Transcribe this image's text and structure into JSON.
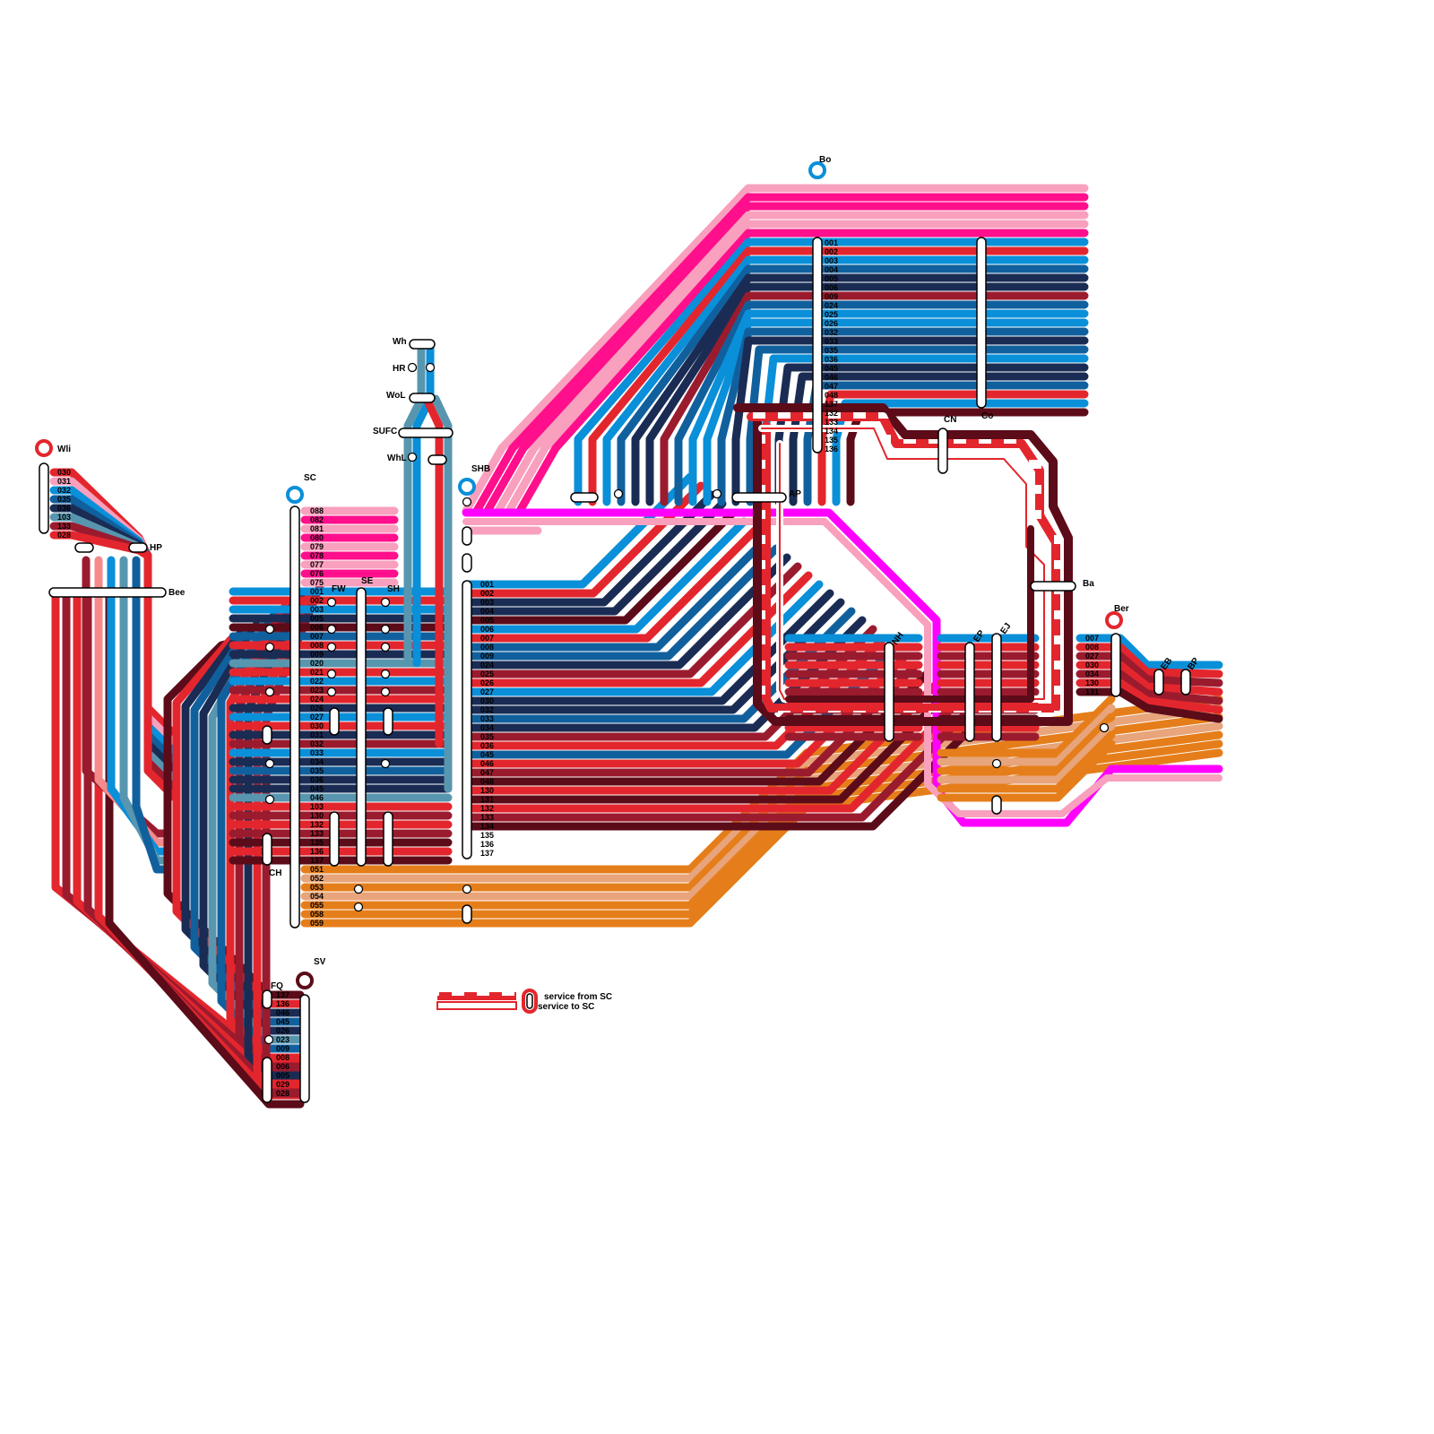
{
  "colors": {
    "red": "#e3262d",
    "darkred": "#9b1b2e",
    "maroon": "#5c0b19",
    "lightblue": "#0a8fd9",
    "blue": "#11609e",
    "navy": "#1a2c54",
    "steel": "#5896af",
    "pink": "#ff0f8c",
    "lightpink": "#f8a0bd",
    "magenta": "#ff00ff",
    "orange": "#e57e1a",
    "peach": "#e8a47a",
    "salmon": "#f48a8a"
  },
  "stations": [
    {
      "id": "wli",
      "name": "Wli",
      "kind": "terminus",
      "color": "#e3262d"
    },
    {
      "id": "hp",
      "name": "HP",
      "kind": "stop"
    },
    {
      "id": "bee",
      "name": "Bee",
      "kind": "stop"
    },
    {
      "id": "sc",
      "name": "SC",
      "kind": "terminus",
      "color": "#0a8fd9"
    },
    {
      "id": "fw",
      "name": "FW",
      "kind": "stop"
    },
    {
      "id": "se",
      "name": "SE",
      "kind": "stop"
    },
    {
      "id": "sh",
      "name": "SH",
      "kind": "stop"
    },
    {
      "id": "ch",
      "name": "CH",
      "kind": "stop"
    },
    {
      "id": "wh",
      "name": "Wh",
      "kind": "stop"
    },
    {
      "id": "hr",
      "name": "HR",
      "kind": "stop"
    },
    {
      "id": "wol",
      "name": "WoL",
      "kind": "stop"
    },
    {
      "id": "sufc",
      "name": "SUFC",
      "kind": "stop"
    },
    {
      "id": "whl",
      "name": "WhL",
      "kind": "stop"
    },
    {
      "id": "shb",
      "name": "SHB",
      "kind": "terminus",
      "color": "#0a8fd9"
    },
    {
      "id": "bo",
      "name": "Bo",
      "kind": "terminus",
      "color": "#0a8fd9"
    },
    {
      "id": "co",
      "name": "Co",
      "kind": "stop"
    },
    {
      "id": "cn",
      "name": "CN",
      "kind": "stop"
    },
    {
      "id": "ap",
      "name": "AP",
      "kind": "stop"
    },
    {
      "id": "ba",
      "name": "Ba",
      "kind": "stop"
    },
    {
      "id": "ber",
      "name": "Ber",
      "kind": "terminus",
      "color": "#e3262d"
    },
    {
      "id": "nh",
      "name": "NH",
      "kind": "stop"
    },
    {
      "id": "ep",
      "name": "EP",
      "kind": "stop"
    },
    {
      "id": "ej",
      "name": "EJ",
      "kind": "stop"
    },
    {
      "id": "eb",
      "name": "EB",
      "kind": "stop"
    },
    {
      "id": "bp",
      "name": "BP",
      "kind": "stop"
    },
    {
      "id": "fq",
      "name": "FQ",
      "kind": "stop"
    },
    {
      "id": "sv",
      "name": "SV",
      "kind": "terminus",
      "color": "#5c0b19"
    }
  ],
  "route_groups": {
    "wli": [
      "030",
      "031",
      "032",
      "035",
      "036",
      "103",
      "133",
      "028"
    ],
    "sc": [
      "088",
      "082",
      "081",
      "080",
      "079",
      "078",
      "077",
      "076",
      "075",
      "001",
      "002",
      "003",
      "005",
      "006",
      "007",
      "008",
      "009",
      "020",
      "021",
      "022",
      "023",
      "024",
      "026",
      "027",
      "030",
      "031",
      "032",
      "033",
      "034",
      "035",
      "036",
      "045",
      "046",
      "103",
      "130",
      "132",
      "133",
      "135",
      "136",
      "137",
      "051",
      "052",
      "053",
      "054",
      "055",
      "058",
      "059"
    ],
    "shb": [
      "001",
      "002",
      "003",
      "004",
      "005",
      "006",
      "007",
      "008",
      "009",
      "024",
      "025",
      "026",
      "027",
      "030",
      "032",
      "033",
      "034",
      "035",
      "036",
      "045",
      "046",
      "047",
      "048",
      "130",
      "131",
      "132",
      "133",
      "134",
      "135",
      "136",
      "137"
    ],
    "bo": [
      "001",
      "002",
      "003",
      "004",
      "005",
      "006",
      "009",
      "024",
      "025",
      "026",
      "032",
      "033",
      "035",
      "036",
      "045",
      "046",
      "047",
      "048",
      "137",
      "132",
      "133",
      "134",
      "135",
      "136"
    ],
    "ber": [
      "007",
      "008",
      "027",
      "030",
      "034",
      "130",
      "131"
    ],
    "fq": [
      "137",
      "136",
      "046",
      "045",
      "026",
      "023",
      "009",
      "008",
      "006",
      "005",
      "029",
      "028"
    ]
  },
  "legend": {
    "from_label": "service from SC",
    "to_label": "service to SC"
  }
}
